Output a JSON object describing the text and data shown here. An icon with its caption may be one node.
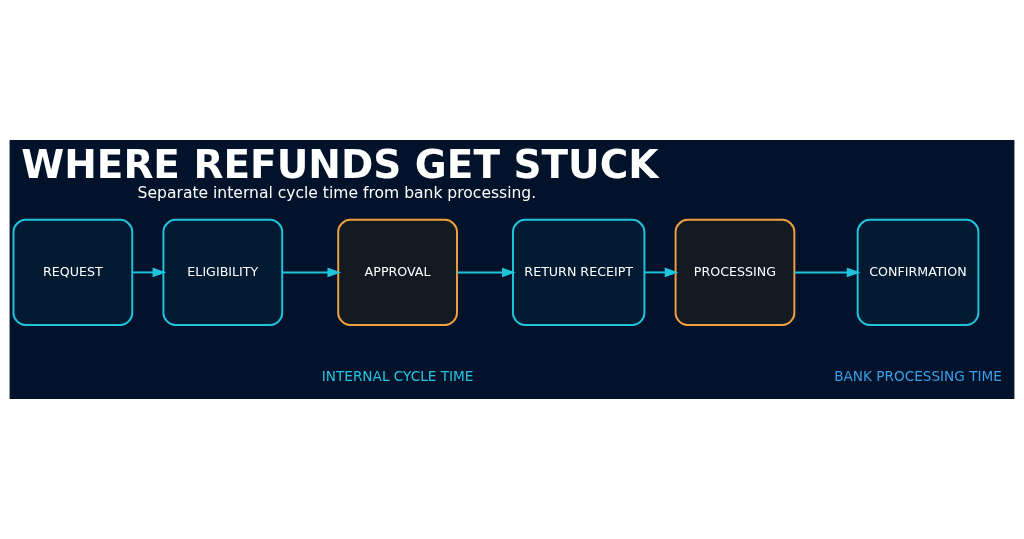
{
  "diagram": {
    "title": "WHERE REFUNDS GET STUCK",
    "caption": "Separate internal cycle time from bank processing.",
    "nodes": [
      {
        "text": [
          "REQUEST"
        ]
      },
      {
        "text": [
          "ELIGIBILITY"
        ]
      },
      {
        "text": [
          "APPROVAL"
        ]
      },
      {
        "text": [
          "RETURN RECEIPT"
        ]
      },
      {
        "text": [
          "PROCESSING"
        ]
      },
      {
        "text": [
          "CONFIRMATION"
        ]
      }
    ],
    "edges": [
      {
        "from": 0,
        "to": 1,
        "arrow": "to"
      },
      {
        "from": 1,
        "to": 2,
        "arrow": "to"
      },
      {
        "from": 2,
        "to": 3,
        "arrow": "to"
      },
      {
        "from": 3,
        "to": 4,
        "arrow": "to"
      },
      {
        "from": 4,
        "to": 5,
        "arrow": "to"
      }
    ],
    "labels": [
      "INTERNAL CYCLE TIME",
      "BANK PROCESSING TIME"
    ]
  }
}
